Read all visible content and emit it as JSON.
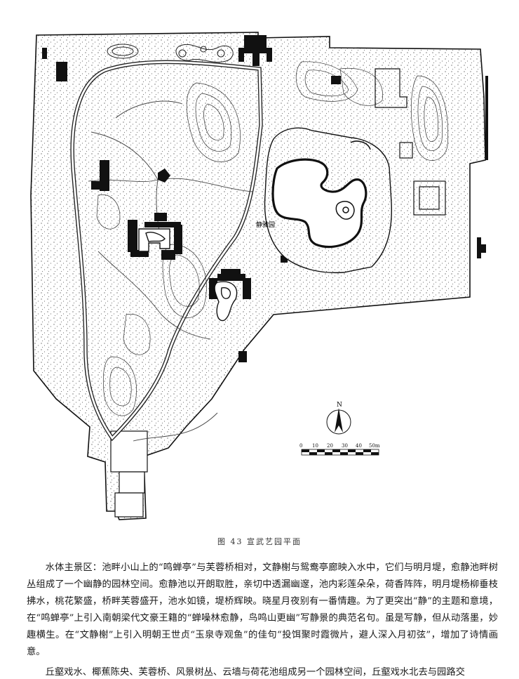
{
  "figure": {
    "garden_label": "静雅园",
    "caption": "图 43   宣武艺园平面",
    "north_label": "N",
    "scale_ticks": [
      "0",
      "10",
      "20",
      "30",
      "40",
      "50m"
    ]
  },
  "text": {
    "paragraph1": "水体主景区：池畔小山上的“鸣蝉亭”与芙蓉桥相对，文静榭与鸳鸯亭廊映入水中，它们与明月堤，愈静池畔树丛组成了一个幽静的园林空间。愈静池以开朗取胜，亲切中透漏幽邃，池内彩莲朵朵，荷香阵阵，明月堤杨柳垂枝拂水，桃花繁盛，桥畔芙蓉盛开，池水如镜，堤桥辉映。晓星月夜别有一番情趣。为了更突出“静”的主题和意境，在“鸣蝉亭”上引入南朝梁代文豪王籍的“蝉噪林愈静，鸟鸣山更幽”写静景的典范名句。虽是写静，但从动落墨，妙趣横生。在“文静榭”上引入明朝王世贞“玉泉寺观鱼”的佳句“投饵聚时霞微片，避人深入月初弦”，增加了诗情画意。",
    "paragraph2": "丘壑戏水、椰蕉陈央、芙蓉桥、风景树丛、云墙与荷花池组成另一个园林空间，丘壑戏水北去与园路交"
  },
  "colors": {
    "ink": "#1a1a1a",
    "paper": "#ffffff"
  }
}
